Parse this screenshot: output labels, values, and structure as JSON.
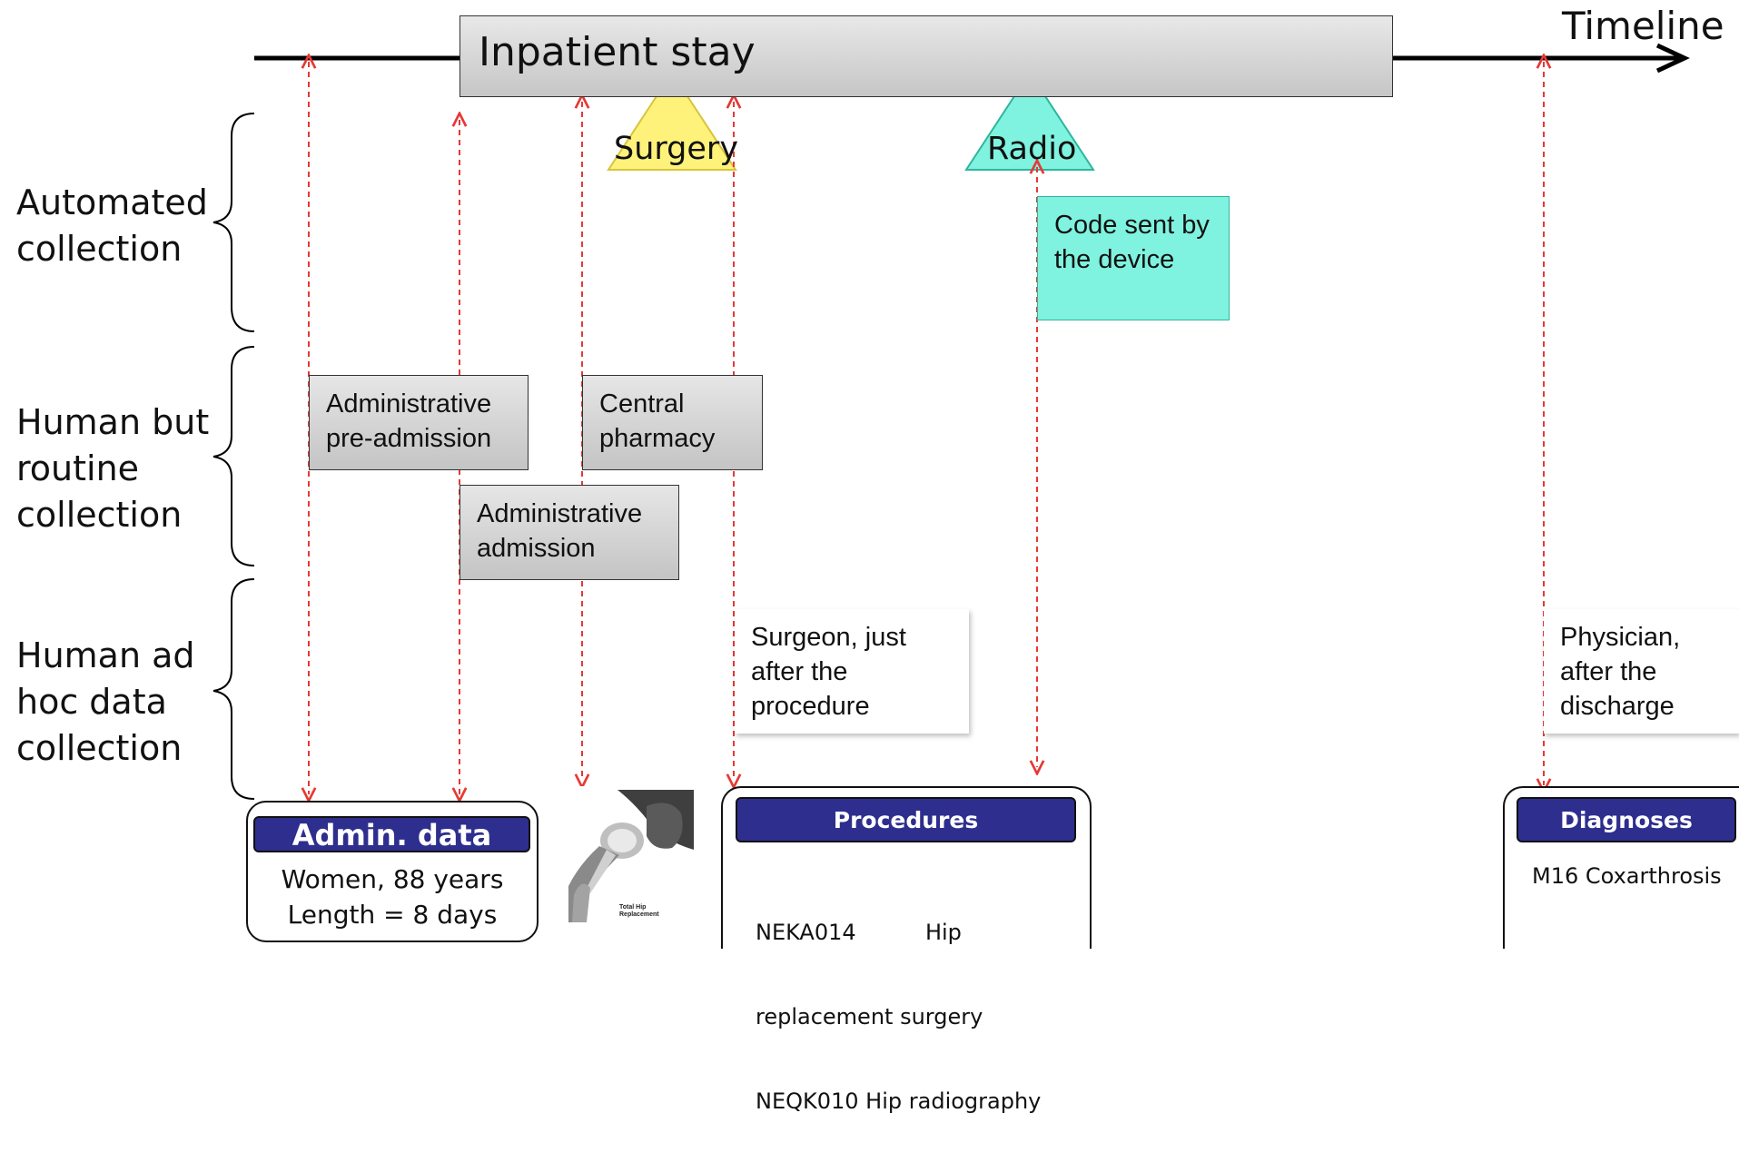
{
  "timeline": {
    "label": "Timeline"
  },
  "inpatient": {
    "label": "Inpatient stay"
  },
  "events": {
    "surgery": "Surgery",
    "radio": "Radio"
  },
  "categories": {
    "automated": "Automated collection",
    "human_routine": "Human but routine collection",
    "human_adhoc": "Human ad hoc data collection"
  },
  "notes": {
    "code_sent": "Code sent by the device",
    "admin_preadmission": "Administrative pre-admission",
    "central_pharmacy": "Central pharmacy",
    "admin_admission": "Administrative admission",
    "surgeon": "Surgeon, just after the procedure",
    "physician": "Physician, after the discharge"
  },
  "panels": {
    "admin": {
      "title": "Admin. data",
      "line1": "Women, 88 years",
      "line2": "Length = 8 days"
    },
    "procedures": {
      "title": "Procedures",
      "lines": [
        "NEKA014          Hip",
        "replacement surgery",
        "NEQK010 Hip radiography"
      ]
    },
    "diagnoses": {
      "title": "Diagnoses",
      "text": "M16 Coxarthrosis"
    }
  },
  "image": {
    "caption_line1": "Total Hip",
    "caption_line2": "Replacement"
  },
  "colors": {
    "arrow": "#e53935",
    "header": "#2e2e8e",
    "surgery": "#fff27a",
    "radio": "#7ff3df"
  }
}
